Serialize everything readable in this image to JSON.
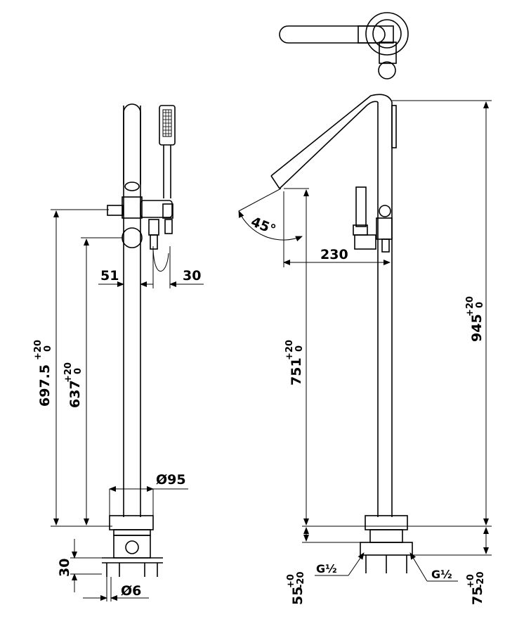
{
  "dimensions": {
    "h_697": "697.5",
    "h_697_tol_upper": "+20",
    "h_697_tol_lower": "0",
    "h_637": "637",
    "h_637_tol_upper": "+20",
    "h_637_tol_lower": "0",
    "w_51": "51",
    "w_30_top": "30",
    "dia_95": "Ø95",
    "h_30_base": "30",
    "dia_6": "Ø6",
    "reach_230": "230",
    "angle_45": "45°",
    "h_751": "751",
    "h_751_tol_upper": "+20",
    "h_751_tol_lower": "0",
    "h_945": "945",
    "h_945_tol_upper": "+20",
    "h_945_tol_lower": "0",
    "h_55": "55",
    "h_55_tol_upper": "+0",
    "h_55_tol_lower": "-20",
    "h_75": "75",
    "h_75_tol_upper": "+0",
    "h_75_tol_lower": "-20",
    "thread_left": "G½",
    "thread_right": "G½"
  }
}
